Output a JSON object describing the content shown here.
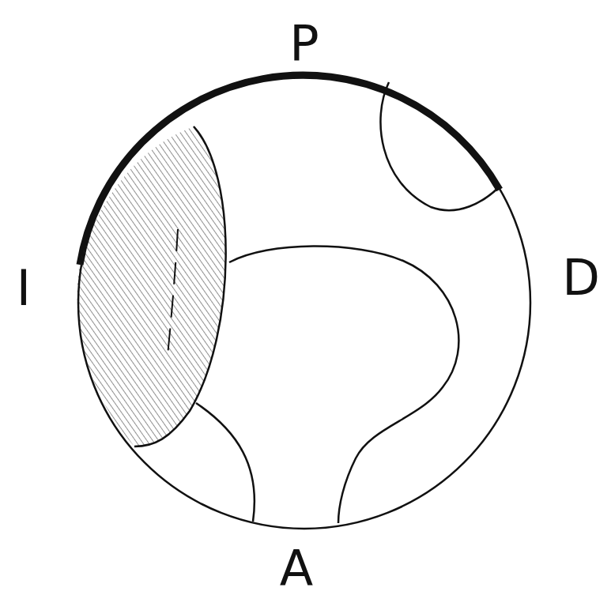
{
  "diagram": {
    "labels": [
      "P",
      "I",
      "D",
      "A"
    ]
  }
}
